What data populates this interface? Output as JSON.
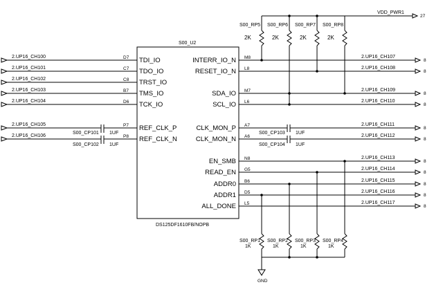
{
  "chip": {
    "ref": "S00_U2",
    "part": "DS125DF1610FB/NOPB",
    "left_pins": [
      {
        "num": "D7",
        "name": "TDI_IO",
        "net": "2.UP16_CH100"
      },
      {
        "num": "C7",
        "name": "TDO_IO",
        "net": "2.UP16_CH101"
      },
      {
        "num": "C8",
        "name": "TRST_IO",
        "net": "2.UP16_CH102"
      },
      {
        "num": "B7",
        "name": "TMS_IO",
        "net": "2.UP16_CH103"
      },
      {
        "num": "D6",
        "name": "TCK_IO",
        "net": "2.UP16_CH104"
      },
      {
        "num": "P7",
        "name": "REF_CLK_P",
        "net": "2.UP16_CH105"
      },
      {
        "num": "P8",
        "name": "REF_CLK_N",
        "net": "2.UP16_CH106"
      }
    ],
    "right_pins": [
      {
        "num": "M8",
        "name": "INTERR_IO_N",
        "net": "2.UP16_CH107"
      },
      {
        "num": "L8",
        "name": "RESET_IO_N",
        "net": "2.UP16_CH108"
      },
      {
        "num": "M7",
        "name": "SDA_IO",
        "net": "2.UP16_CH109"
      },
      {
        "num": "L6",
        "name": "SCL_IO",
        "net": "2.UP16_CH110"
      },
      {
        "num": "A7",
        "name": "CLK_MON_P",
        "net": "2.UP16_CH111"
      },
      {
        "num": "A6",
        "name": "CLK_MON_N",
        "net": "2.UP16_CH112"
      },
      {
        "num": "N8",
        "name": "EN_SMB",
        "net": "2.UP16_CH113"
      },
      {
        "num": "G5",
        "name": "READ_EN",
        "net": "2.UP16_CH114"
      },
      {
        "num": "B6",
        "name": "ADDR0",
        "net": "2.UP16_CH115"
      },
      {
        "num": "D5",
        "name": "ADDR1",
        "net": "2.UP16_CH116"
      },
      {
        "num": "L5",
        "name": "ALL_DONE",
        "net": "2.UP16_CH117"
      }
    ]
  },
  "capacitors": [
    {
      "ref": "S00_CP101",
      "value": "1UF"
    },
    {
      "ref": "S00_CP102",
      "value": "1UF"
    },
    {
      "ref": "S00_CP103",
      "value": "1UF"
    },
    {
      "ref": "S00_CP104",
      "value": "1UF"
    }
  ],
  "pullups": [
    {
      "ref": "S00_RP5",
      "value": "2K"
    },
    {
      "ref": "S00_RP6",
      "value": "2K"
    },
    {
      "ref": "S00_RP7",
      "value": "2K"
    },
    {
      "ref": "S00_RP8",
      "value": "2K"
    }
  ],
  "pulldowns": [
    {
      "ref": "S00_RP1",
      "value": "1K"
    },
    {
      "ref": "S00_RP2",
      "value": "1K"
    },
    {
      "ref": "S00_RP3",
      "value": "1K"
    },
    {
      "ref": "S00_RP4",
      "value": "1K"
    }
  ],
  "power": {
    "net": "VDD_PWR1",
    "offpage": "27"
  },
  "ground": {
    "label": "GND"
  },
  "offpage_marker": "8"
}
